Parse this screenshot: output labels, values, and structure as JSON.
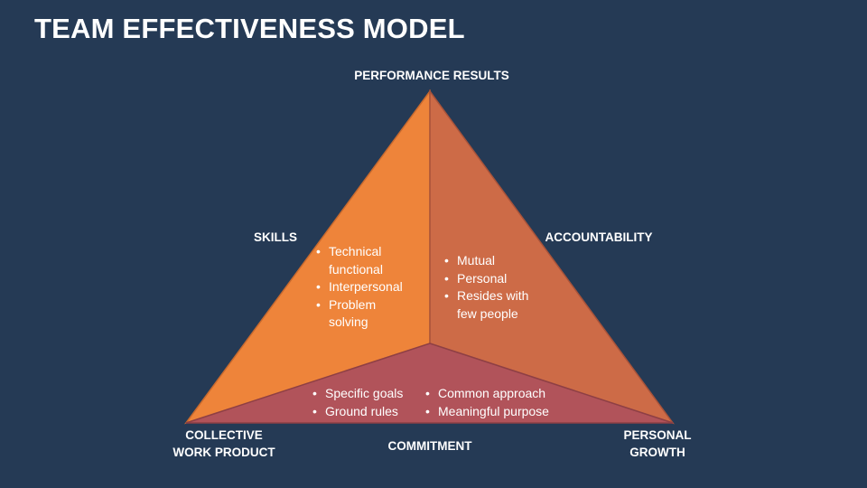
{
  "title": "TEAM EFFECTIVENESS MODEL",
  "labels": {
    "top": "PERFORMANCE RESULTS",
    "left": "SKILLS",
    "right": "ACCOUNTABILITY",
    "bottom": "COMMITMENT",
    "bottom_left": [
      "COLLECTIVE",
      "WORK PRODUCT"
    ],
    "bottom_right": [
      "PERSONAL",
      "GROWTH"
    ]
  },
  "sections": {
    "skills": [
      "Technical functional",
      "Interpersonal",
      "Problem solving"
    ],
    "accountability": [
      "Mutual",
      "Personal",
      "Resides with few people"
    ],
    "commitment_left": [
      "Specific goals",
      "Ground rules"
    ],
    "commitment_right": [
      "Common approach",
      "Meaningful purpose"
    ]
  },
  "colors": {
    "background": "#253a55",
    "skills": "#ee843a",
    "accountability": "#cd6b47",
    "commitment": "#b1535a"
  }
}
